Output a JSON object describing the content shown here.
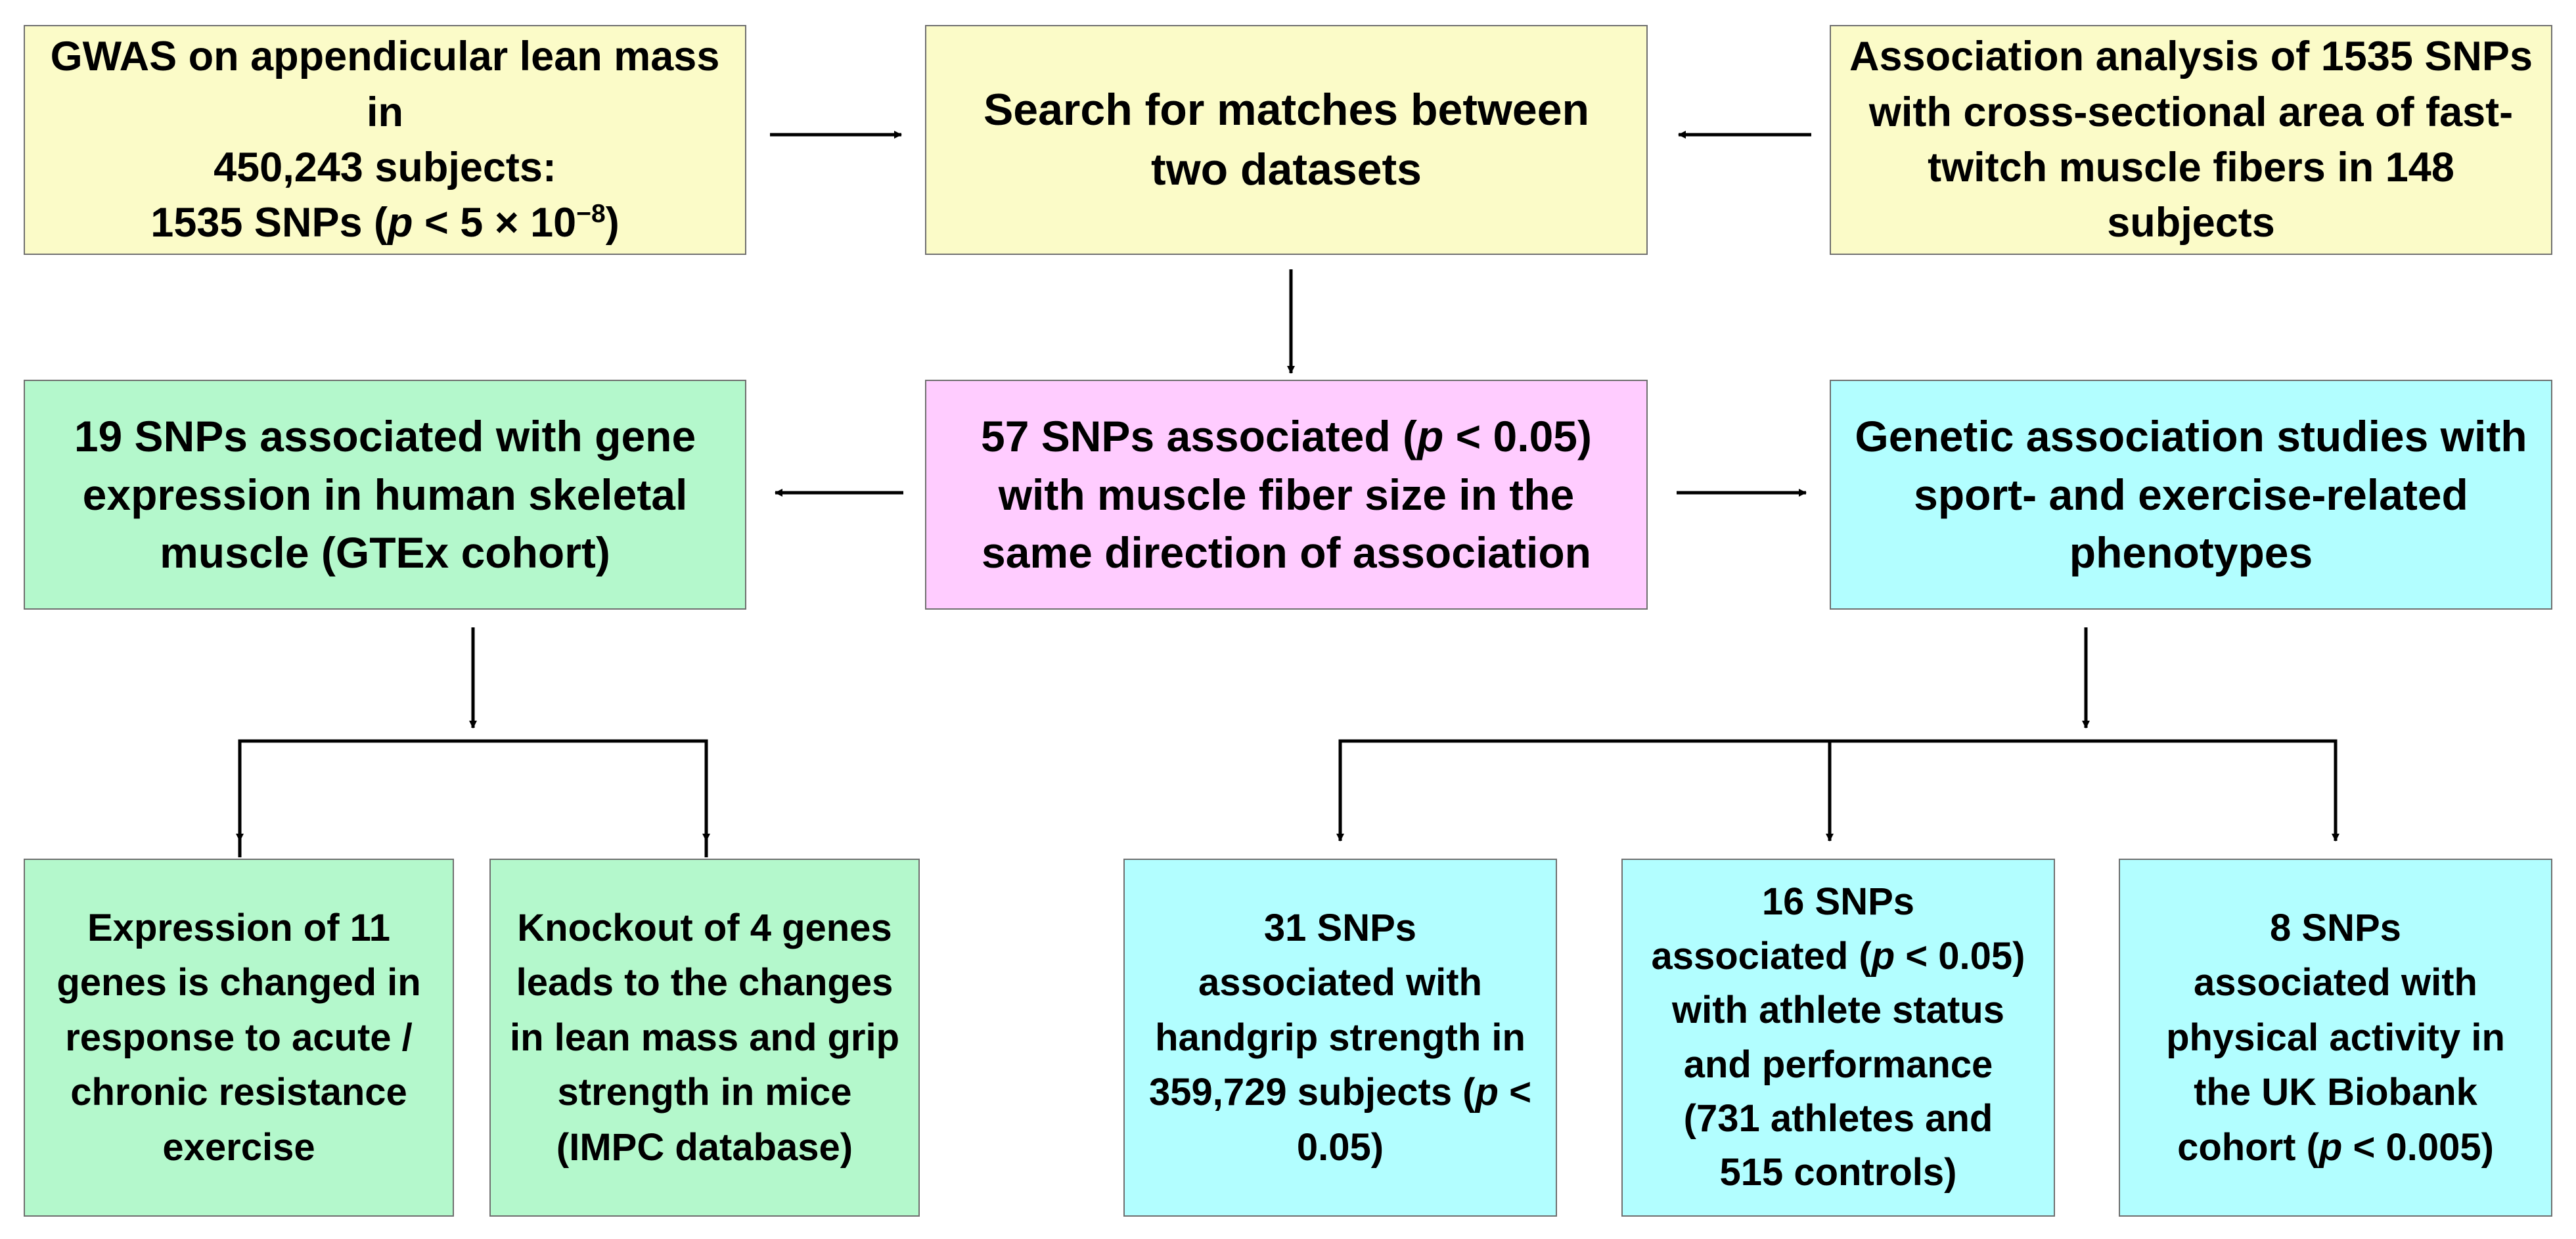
{
  "colors": {
    "yellow": "#fbfbc8",
    "pink": "#ffccff",
    "green": "#b4f8cc",
    "cyan": "#b2feff",
    "border": "#6f6f6f",
    "arrow": "#000000"
  },
  "boxes": {
    "gwas": {
      "line1": "GWAS on appendicular lean mass in",
      "line2": "450,243 subjects:",
      "line3_prefix": "1535 SNPs (",
      "line3_p": "p",
      "line3_mid": " < 5 × 10",
      "line3_sup": "−8",
      "line3_suffix": ")"
    },
    "search": {
      "line1": "Search for matches between",
      "line2": "two datasets"
    },
    "assoc_analysis": {
      "line1": "Association analysis of 1535 SNPs",
      "line2": "with cross-sectional area of fast-",
      "line3": "twitch muscle fibers in 148 subjects"
    },
    "gtex": {
      "line1": "19 SNPs associated with gene",
      "line2": "expression in human skeletal",
      "line3": "muscle (GTEx cohort)"
    },
    "fiber": {
      "line1_prefix": "57 SNPs associated (",
      "line1_p": "p",
      "line1_suffix": " < 0.05)",
      "line2": "with muscle fiber size in the",
      "line3": "same direction of association"
    },
    "genetic": {
      "line1": "Genetic association studies with",
      "line2": "sport- and exercise-related",
      "line3": "phenotypes"
    },
    "expression": {
      "line1": "Expression of 11",
      "line2": "genes is changed in",
      "line3": "response to acute /",
      "line4": "chronic resistance",
      "line5": "exercise"
    },
    "knockout": {
      "line1": "Knockout of 4 genes",
      "line2": "leads to the changes",
      "line3": "in lean mass and grip",
      "line4": "strength in mice",
      "line5": "(IMPC database)"
    },
    "handgrip": {
      "line1": "31 SNPs",
      "line2": "associated with",
      "line3": "handgrip strength in",
      "line4_prefix": "359,729 subjects (",
      "line4_p": "p",
      "line4_suffix": " <",
      "line5": "0.05)"
    },
    "athlete": {
      "line1": "16 SNPs",
      "line2_prefix": "associated (",
      "line2_p": "p",
      "line2_suffix": " < 0.05)",
      "line3": "with athlete status",
      "line4": "and performance",
      "line5": "(731 athletes and",
      "line6": "515 controls)"
    },
    "activity": {
      "line1": "8 SNPs",
      "line2": "associated with",
      "line3": "physical activity in",
      "line4": "the UK Biobank",
      "line5_prefix": "cohort (",
      "line5_p": "p",
      "line5_suffix": " < 0.005)"
    }
  }
}
